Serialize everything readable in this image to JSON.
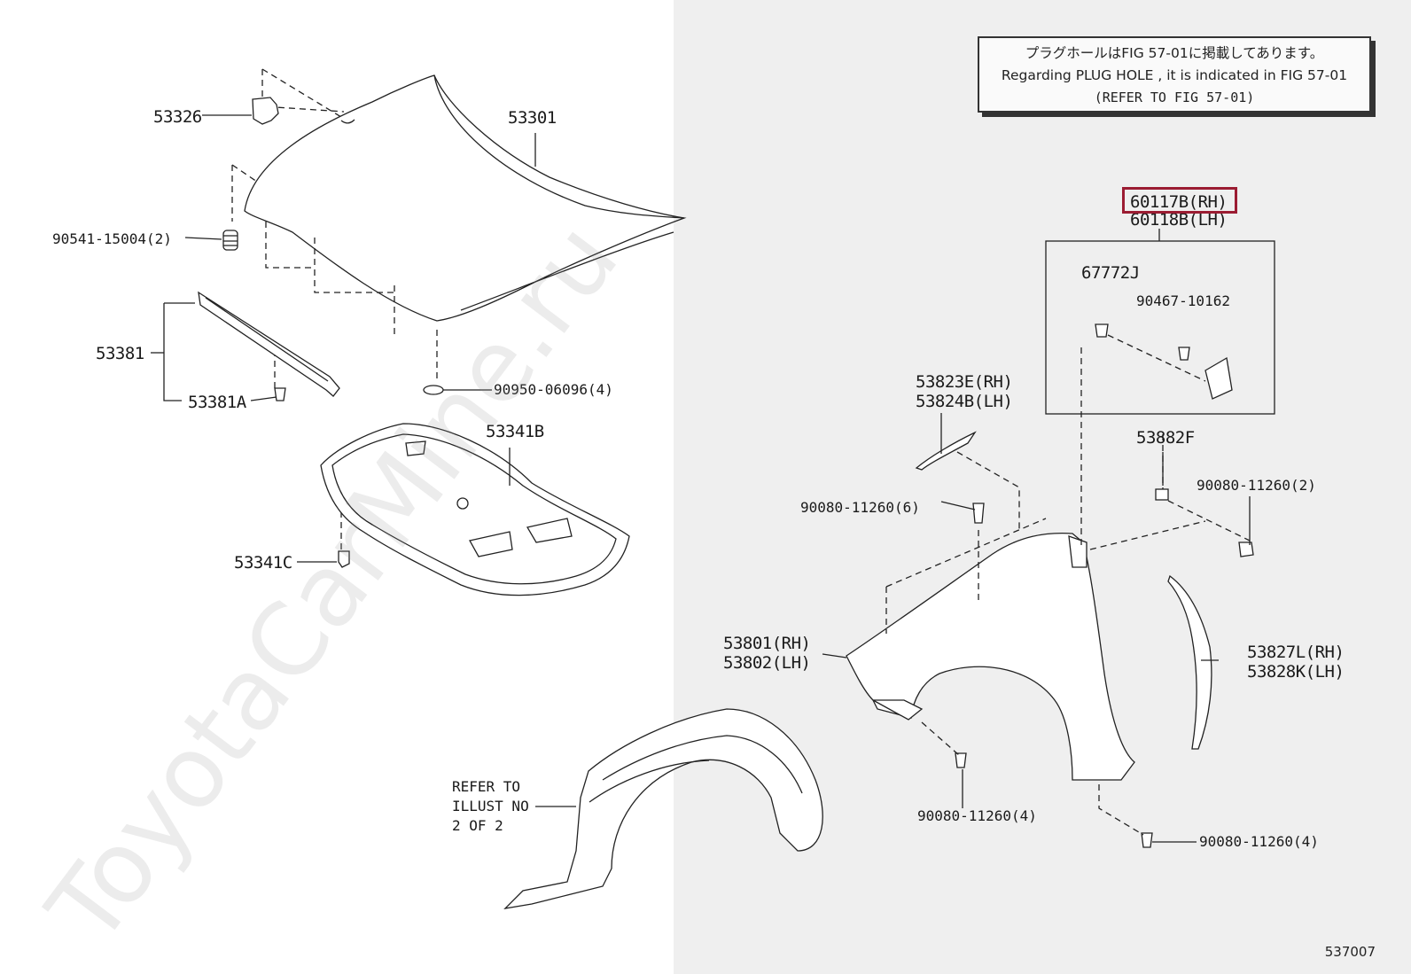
{
  "note": {
    "line_jp": "プラグホールはFIG 57-01に掲載してあります。",
    "line_en": "Regarding PLUG HOLE , it is indicated in FIG 57-01",
    "line_ref": "(REFER TO FIG 57-01)"
  },
  "watermark": "ToyotaCarMine.ru",
  "page_number": "537007",
  "highlight_color": "#9b1c32",
  "parts": {
    "p53326": "53326",
    "p53301": "53301",
    "p90541": "90541-15004(2)",
    "p53381": "53381",
    "p53381A": "53381A",
    "p90950": "90950-06096(4)",
    "p53341B": "53341B",
    "p53341C": "53341C",
    "p60117B": "60117B(RH)",
    "p60118B": "60118B(LH)",
    "p67772J": "67772J",
    "p90467": "90467-10162",
    "p53823E": "53823E(RH)",
    "p53824B": "53824B(LH)",
    "p53882F": "53882F",
    "p90080_2": "90080-11260(2)",
    "p90080_6": "90080-11260(6)",
    "p53801": "53801(RH)",
    "p53802": "53802(LH)",
    "p53827L": "53827L(RH)",
    "p53828K": "53828K(LH)",
    "p90080_4a": "90080-11260(4)",
    "p90080_4b": "90080-11260(4)",
    "refer1": "REFER TO",
    "refer2": "ILLUST NO",
    "refer3": "2 OF 2"
  }
}
